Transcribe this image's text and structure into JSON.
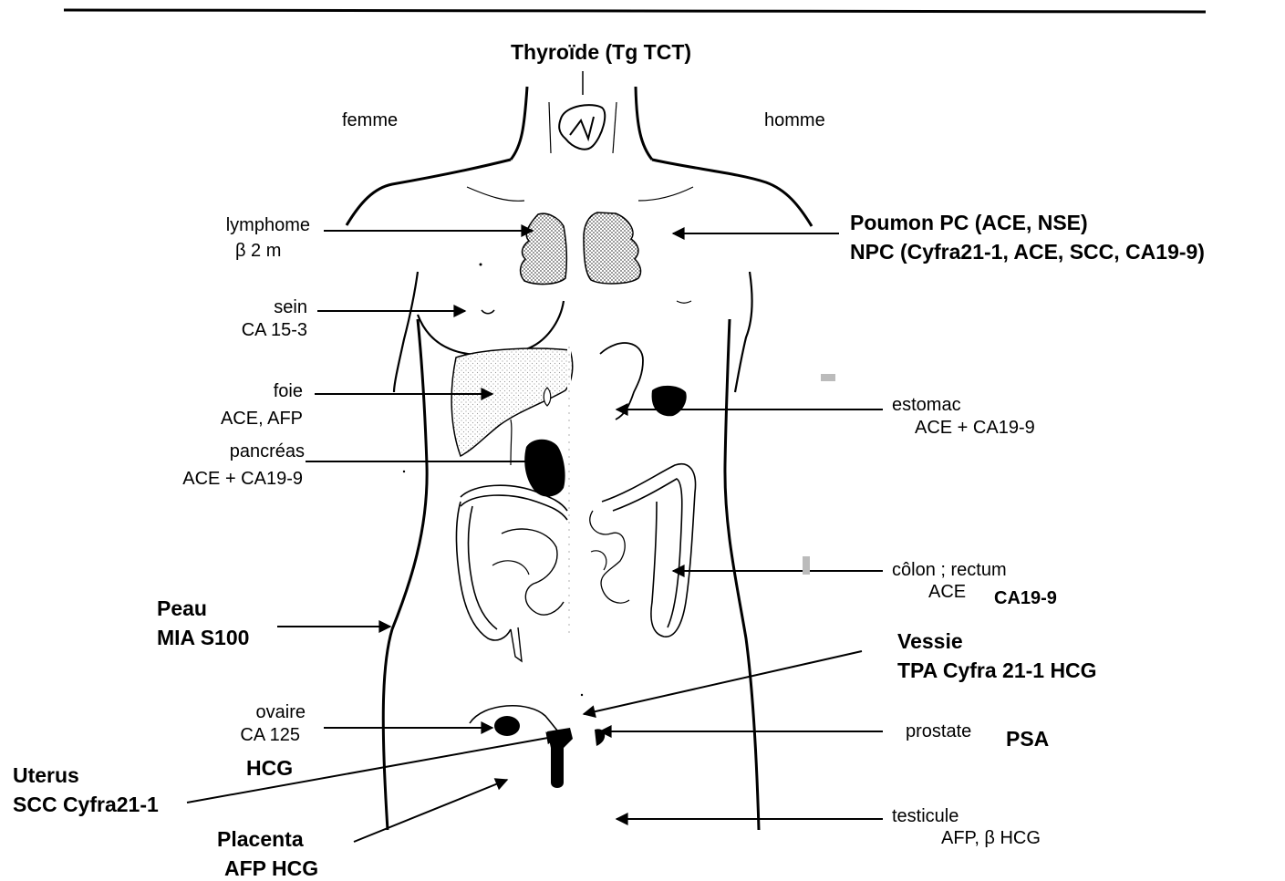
{
  "labels": {
    "thyroide": "Thyroïde (Tg TCT)",
    "femme": "femme",
    "homme": "homme",
    "lymphome": "lymphome",
    "lymphome_marker": "β 2 m",
    "poumon_pc": "Poumon PC (ACE, NSE)",
    "poumon_npc": "NPC (Cyfra21-1, ACE, SCC, CA19-9)",
    "sein": "sein",
    "sein_marker": "CA 15-3",
    "foie": "foie",
    "foie_marker": "ACE, AFP",
    "pancreas": "pancréas",
    "pancreas_marker": "ACE + CA19-9",
    "estomac": "estomac",
    "estomac_marker": "ACE + CA19-9",
    "colon": "côlon ; rectum",
    "colon_marker_ace": "ACE",
    "colon_marker_ca": "CA19-9",
    "peau": "Peau",
    "peau_marker": "MIA S100",
    "vessie": "Vessie",
    "vessie_marker": "TPA Cyfra 21-1 HCG",
    "ovaire": "ovaire",
    "ovaire_marker": "CA 125",
    "hcg": "HCG",
    "prostate": "prostate",
    "prostate_marker": "PSA",
    "uterus": "Uterus",
    "uterus_marker": "SCC Cyfra21-1",
    "testicule": "testicule",
    "testicule_marker": "AFP, β HCG",
    "placenta": "Placenta",
    "placenta_marker": "AFP HCG"
  }
}
